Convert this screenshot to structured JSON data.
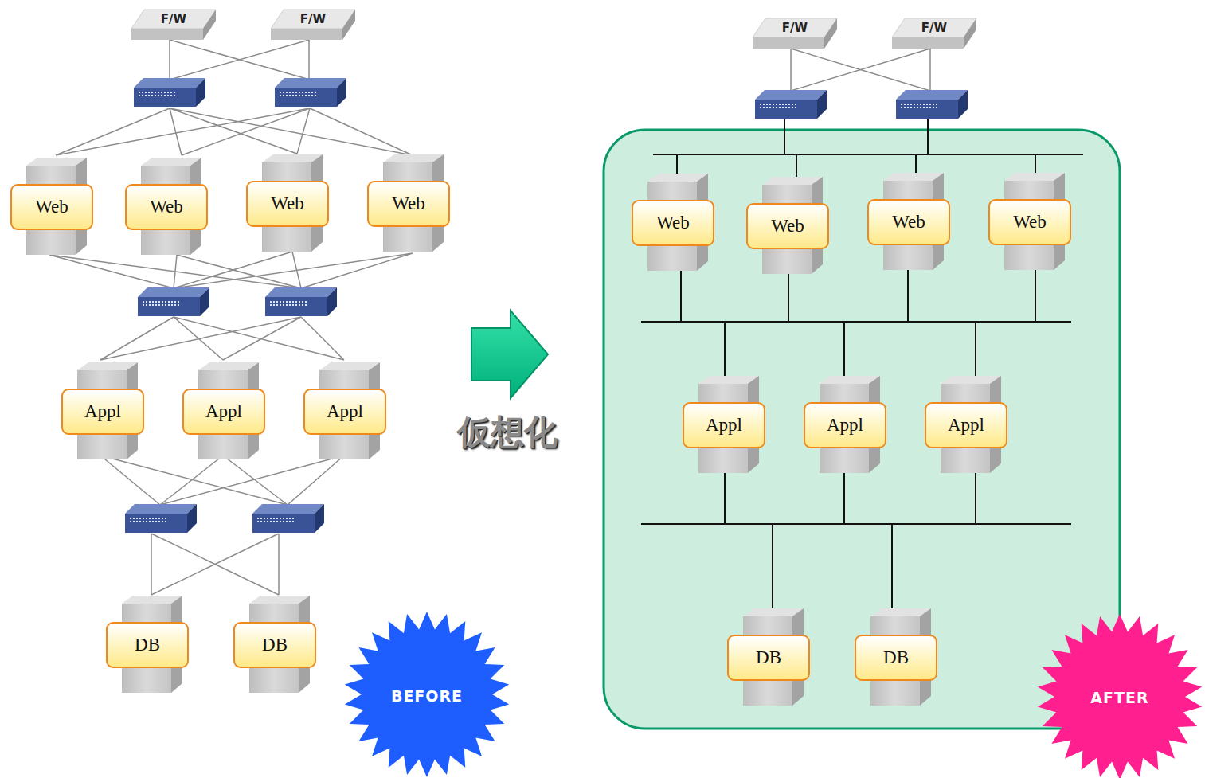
{
  "diagram": {
    "nodes": [
      {
        "text": [
          "F/W"
        ]
      },
      {
        "text": [
          "F/W"
        ]
      },
      {
        "text": [
          "Web"
        ]
      },
      {
        "text": [
          "Web"
        ]
      },
      {
        "text": [
          "Web"
        ]
      },
      {
        "text": [
          "Web"
        ]
      },
      {
        "text": [
          "Appl"
        ]
      },
      {
        "text": [
          "Appl"
        ]
      },
      {
        "text": [
          "Appl"
        ]
      },
      {
        "text": [
          "DB"
        ]
      },
      {
        "text": [
          "DB"
        ]
      },
      {
        "text": [
          "F/W"
        ]
      },
      {
        "text": [
          "F/W"
        ]
      },
      {
        "text": [
          "Web"
        ]
      },
      {
        "text": [
          "Web"
        ]
      },
      {
        "text": [
          "Web"
        ]
      },
      {
        "text": [
          "Web"
        ]
      },
      {
        "text": [
          "Appl"
        ]
      },
      {
        "text": [
          "Appl"
        ]
      },
      {
        "text": [
          "Appl"
        ]
      },
      {
        "text": [
          "DB"
        ]
      },
      {
        "text": [
          "DB"
        ]
      }
    ],
    "edges": [
      {
        "from": 13,
        "to": 17,
        "arrow": "none"
      },
      {
        "from": 13,
        "to": 18,
        "arrow": "none"
      },
      {
        "from": 13,
        "to": 19,
        "arrow": "none"
      },
      {
        "from": 14,
        "to": 17,
        "arrow": "none"
      },
      {
        "from": 14,
        "to": 18,
        "arrow": "none"
      },
      {
        "from": 14,
        "to": 19,
        "arrow": "none"
      },
      {
        "from": 15,
        "to": 17,
        "arrow": "none"
      },
      {
        "from": 15,
        "to": 18,
        "arrow": "none"
      },
      {
        "from": 15,
        "to": 19,
        "arrow": "none"
      },
      {
        "from": 16,
        "to": 17,
        "arrow": "none"
      },
      {
        "from": 16,
        "to": 18,
        "arrow": "none"
      },
      {
        "from": 16,
        "to": 19,
        "arrow": "none"
      },
      {
        "from": 17,
        "to": 20,
        "arrow": "none"
      },
      {
        "from": 17,
        "to": 21,
        "arrow": "none"
      },
      {
        "from": 18,
        "to": 20,
        "arrow": "none"
      },
      {
        "from": 18,
        "to": 21,
        "arrow": "none"
      },
      {
        "from": 19,
        "to": 20,
        "arrow": "none"
      },
      {
        "from": 19,
        "to": 21,
        "arrow": "none"
      }
    ],
    "labels": [
      "仮想化",
      "BEFORE",
      "AFTER"
    ]
  }
}
